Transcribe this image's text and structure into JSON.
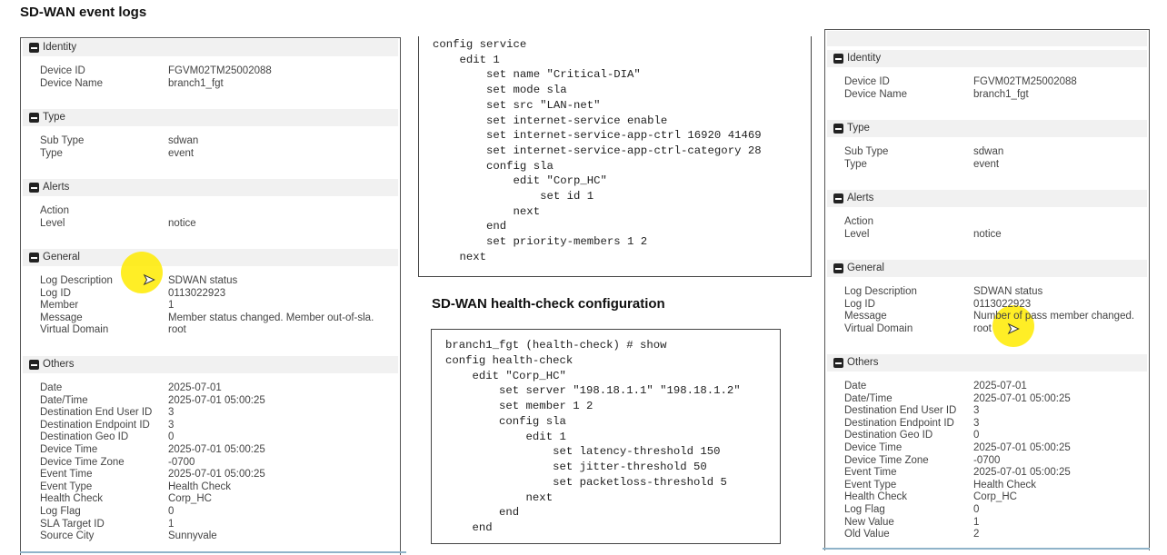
{
  "title": "SD-WAN event logs",
  "hc_title": "SD-WAN health-check configuration",
  "left_log": {
    "sections": [
      {
        "name": "Identity",
        "rows": [
          [
            "Device ID",
            "FGVM02TM25002088"
          ],
          [
            "Device Name",
            "branch1_fgt"
          ]
        ]
      },
      {
        "name": "Type",
        "rows": [
          [
            "Sub Type",
            "sdwan"
          ],
          [
            "Type",
            "event"
          ]
        ]
      },
      {
        "name": "Alerts",
        "rows": [
          [
            "Action",
            ""
          ],
          [
            "Level",
            "notice"
          ]
        ]
      },
      {
        "name": "General",
        "rows": [
          [
            "Log Description",
            "SDWAN status"
          ],
          [
            "Log ID",
            "0113022923"
          ],
          [
            "Member",
            "1"
          ],
          [
            "Message",
            "Member status changed. Member out-of-sla."
          ],
          [
            "Virtual Domain",
            "root"
          ]
        ]
      },
      {
        "name": "Others",
        "rows": [
          [
            "Date",
            "2025-07-01"
          ],
          [
            "Date/Time",
            "2025-07-01 05:00:25"
          ],
          [
            "Destination End User ID",
            "3"
          ],
          [
            "Destination Endpoint ID",
            "3"
          ],
          [
            "Destination Geo ID",
            "0"
          ],
          [
            "Device Time",
            "2025-07-01 05:00:25"
          ],
          [
            "Device Time Zone",
            "-0700"
          ],
          [
            "Event Time",
            "2025-07-01 05:00:25"
          ],
          [
            "Event Type",
            "Health Check"
          ],
          [
            "Health Check",
            "Corp_HC"
          ],
          [
            "Log Flag",
            "0"
          ],
          [
            "SLA Target ID",
            "1"
          ],
          [
            "Source City",
            "Sunnyvale"
          ]
        ]
      }
    ]
  },
  "right_log": {
    "sections": [
      {
        "name": "Identity",
        "rows": [
          [
            "Device ID",
            "FGVM02TM25002088"
          ],
          [
            "Device Name",
            "branch1_fgt"
          ]
        ]
      },
      {
        "name": "Type",
        "rows": [
          [
            "Sub Type",
            "sdwan"
          ],
          [
            "Type",
            "event"
          ]
        ]
      },
      {
        "name": "Alerts",
        "rows": [
          [
            "Action",
            ""
          ],
          [
            "Level",
            "notice"
          ]
        ]
      },
      {
        "name": "General",
        "rows": [
          [
            "Log Description",
            "SDWAN status"
          ],
          [
            "Log ID",
            "0113022923"
          ],
          [
            "Message",
            "Number of pass member changed."
          ],
          [
            "Virtual Domain",
            "root"
          ]
        ]
      },
      {
        "name": "Others",
        "rows": [
          [
            "Date",
            "2025-07-01"
          ],
          [
            "Date/Time",
            "2025-07-01 05:00:25"
          ],
          [
            "Destination End User ID",
            "3"
          ],
          [
            "Destination Endpoint ID",
            "3"
          ],
          [
            "Destination Geo ID",
            "0"
          ],
          [
            "Device Time",
            "2025-07-01 05:00:25"
          ],
          [
            "Device Time Zone",
            "-0700"
          ],
          [
            "Event Time",
            "2025-07-01 05:00:25"
          ],
          [
            "Event Type",
            "Health Check"
          ],
          [
            "Health Check",
            "Corp_HC"
          ],
          [
            "Log Flag",
            "0"
          ],
          [
            "New Value",
            "1"
          ],
          [
            "Old Value",
            "2"
          ]
        ]
      }
    ]
  },
  "service_config": [
    "config service",
    "    edit 1",
    "        set name \"Critical-DIA\"",
    "        set mode sla",
    "        set src \"LAN-net\"",
    "        set internet-service enable",
    "        set internet-service-app-ctrl 16920 41469",
    "        set internet-service-app-ctrl-category 28",
    "        config sla",
    "            edit \"Corp_HC\"",
    "                set id 1",
    "            next",
    "        end",
    "        set priority-members 1 2",
    "    next"
  ],
  "healthcheck_config": [
    "branch1_fgt (health-check) # show",
    "config health-check",
    "    edit \"Corp_HC\"",
    "        set server \"198.18.1.1\" \"198.18.1.2\"",
    "        set member 1 2",
    "        config sla",
    "            edit 1",
    "                set latency-threshold 150",
    "                set jitter-threshold 50",
    "                set packetloss-threshold 5",
    "            next",
    "        end",
    "    end"
  ]
}
